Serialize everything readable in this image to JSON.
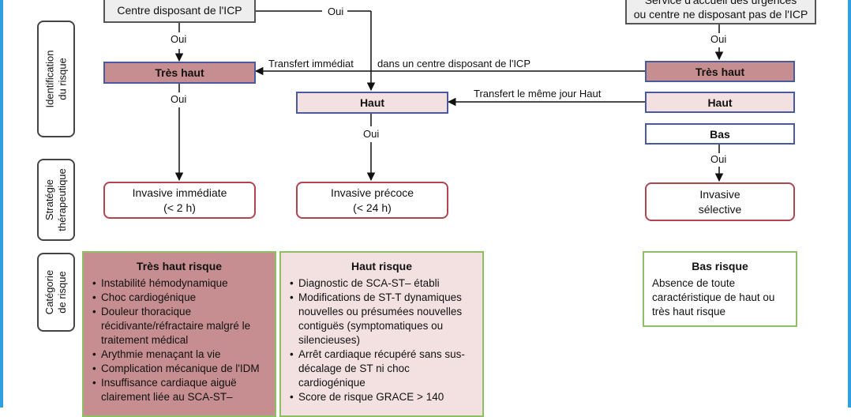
{
  "entry": {
    "left": "Centre disposant de l'ICP",
    "right_line1": "Service d'accueil des urgences",
    "right_line2": "ou centre ne disposant pas de l'ICP"
  },
  "axes": {
    "identification": "Identification\ndu risque",
    "strategie": "Stratégie\nthérapeutique",
    "categorie": "Catégorie\nde risque"
  },
  "flow_labels": {
    "oui": "Oui",
    "transfert_immediat_a": "Transfert immédiat",
    "transfert_immediat_b": "dans un centre disposant de l'ICP",
    "transfert_meme_jour": "Transfert le même jour",
    "haut_suffix": "Haut"
  },
  "risk_levels": {
    "tres_haut": "Très haut",
    "haut": "Haut",
    "bas": "Bas"
  },
  "strategies": {
    "immediate": {
      "line1": "Invasive immédiate",
      "line2": "(< 2 h)"
    },
    "precoce": {
      "line1": "Invasive précoce",
      "line2": "(< 24 h)"
    },
    "selective": {
      "line1": "Invasive",
      "line2": "sélective"
    }
  },
  "categories": {
    "tres_haut": {
      "title": "Très haut risque",
      "items": [
        "Instabilité hémodynamique",
        "Choc cardiogénique",
        "Douleur thoracique récidivante/réfractaire malgré le traitement médical",
        "Arythmie menaçant la vie",
        "Complication mécanique de l'IDM",
        "Insuffisance cardiaque aiguë clairement liée au SCA-ST–"
      ]
    },
    "haut": {
      "title": "Haut risque",
      "items": [
        "Diagnostic de SCA-ST– établi",
        "Modifications de ST-T dynamiques nouvelles ou présumées nouvelles contiguës (symptomatiques ou silencieuses)",
        "Arrêt cardiaque récupéré sans sus-décalage de ST ni choc cardiogénique",
        "Score de risque GRACE > 140"
      ]
    },
    "bas": {
      "title": "Bas risque",
      "text": "Absence de toute caractéristique de haut ou très haut risque"
    }
  },
  "colors": {
    "frame": "#2e9fe0",
    "very_high_fill": "#c78e91",
    "high_fill": "#f3e1e2",
    "risk_border": "#4a5aa0",
    "strategy_border": "#b04550",
    "category_border": "#8cc063"
  }
}
